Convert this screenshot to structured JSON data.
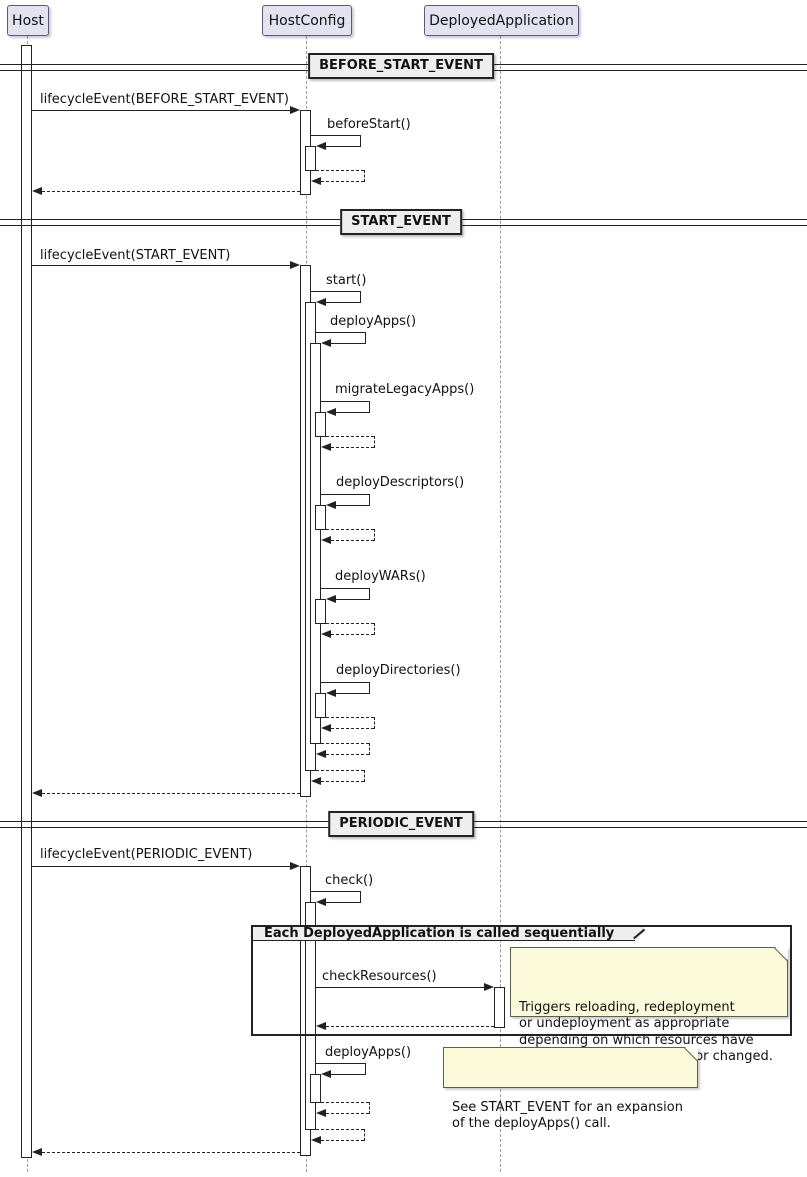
{
  "sequence": {
    "participants": [
      {
        "name": "Host"
      },
      {
        "name": "HostConfig"
      },
      {
        "name": "DeployedApplication"
      }
    ],
    "sections": [
      {
        "label": "BEFORE_START_EVENT",
        "messages": [
          {
            "label": "lifecycleEvent(BEFORE_START_EVENT)",
            "from": "Host",
            "to": "HostConfig",
            "type": "call"
          },
          {
            "label": "beforeStart()",
            "from": "HostConfig",
            "to": "HostConfig",
            "type": "self-call"
          }
        ]
      },
      {
        "label": "START_EVENT",
        "messages": [
          {
            "label": "lifecycleEvent(START_EVENT)",
            "from": "Host",
            "to": "HostConfig",
            "type": "call"
          },
          {
            "label": "start()",
            "from": "HostConfig",
            "to": "HostConfig",
            "type": "self-call"
          },
          {
            "label": "deployApps()",
            "from": "HostConfig",
            "to": "HostConfig",
            "type": "self-call"
          },
          {
            "label": "migrateLegacyApps()",
            "from": "HostConfig",
            "to": "HostConfig",
            "type": "self-call"
          },
          {
            "label": "deployDescriptors()",
            "from": "HostConfig",
            "to": "HostConfig",
            "type": "self-call"
          },
          {
            "label": "deployWARs()",
            "from": "HostConfig",
            "to": "HostConfig",
            "type": "self-call"
          },
          {
            "label": "deployDirectories()",
            "from": "HostConfig",
            "to": "HostConfig",
            "type": "self-call"
          }
        ]
      },
      {
        "label": "PERIODIC_EVENT",
        "group": {
          "title": "Each DeployedApplication is called sequentially"
        },
        "messages": [
          {
            "label": "lifecycleEvent(PERIODIC_EVENT)",
            "from": "Host",
            "to": "HostConfig",
            "type": "call"
          },
          {
            "label": "check()",
            "from": "HostConfig",
            "to": "HostConfig",
            "type": "self-call"
          },
          {
            "label": "checkResources()",
            "from": "HostConfig",
            "to": "DeployedApplication",
            "type": "call",
            "note": "Triggers reloading, redeployment\nor undeployment as appropriate\ndepending on which resources have\nbeen added, removed and/or changed."
          },
          {
            "label": "deployApps()",
            "from": "HostConfig",
            "to": "HostConfig",
            "type": "self-call",
            "note": "See START_EVENT for an expansion\nof the deployApps() call."
          }
        ]
      }
    ],
    "colors": {
      "participant_fill": "#E2E2F0",
      "divider_fill": "#EEEEEE",
      "frame_header_fill": "#EEEEEE",
      "note_fill": "#FBFBDC",
      "line": "#222222",
      "lifeline": "#9A9A9A"
    }
  }
}
